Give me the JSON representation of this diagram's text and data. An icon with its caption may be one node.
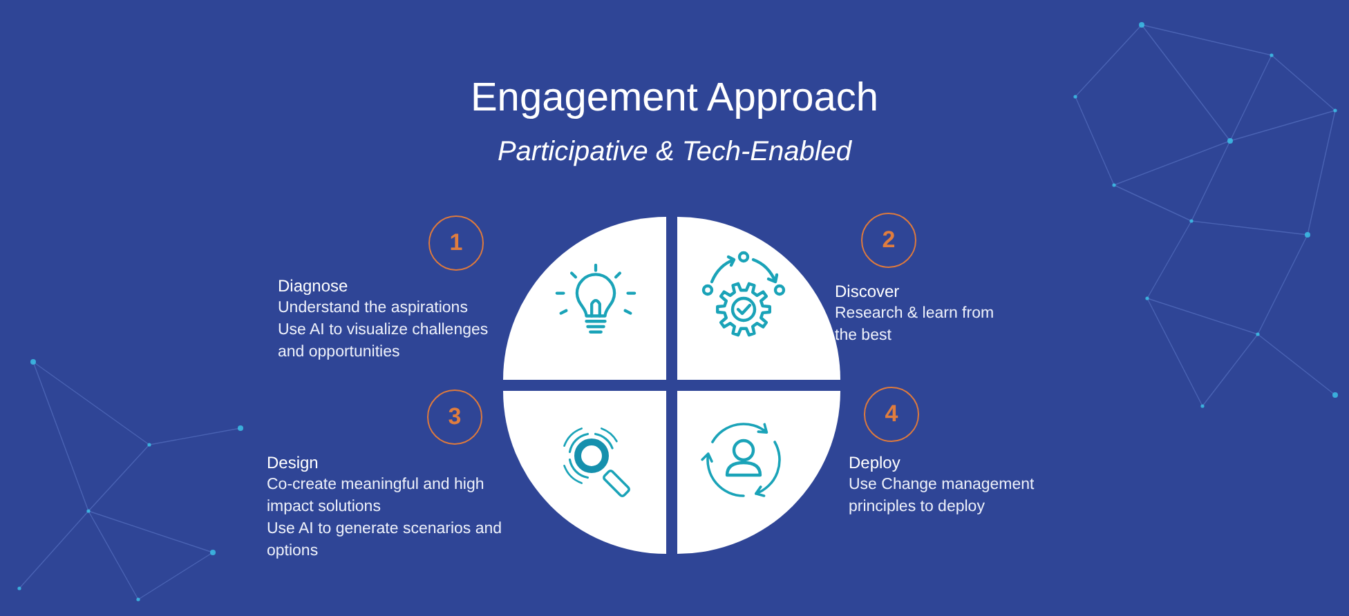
{
  "diagram": {
    "title": "Engagement Approach",
    "nodes": [
      {
        "text": [
          "1"
        ],
        "beside": [
          "Diagnose",
          "Understand the aspirations",
          "Use AI to visualize challenges and opportunities"
        ]
      },
      {
        "text": [
          "2"
        ],
        "beside": [
          "Discover",
          "Research & learn from the best"
        ]
      },
      {
        "text": [
          "3"
        ],
        "beside": [
          "Design",
          "Co-create meaningful and high impact solutions",
          "Use AI to generate scenarios and options"
        ]
      },
      {
        "text": [
          "4"
        ],
        "beside": [
          "Deploy",
          "Use Change management principles to deploy"
        ]
      }
    ],
    "labels": [
      "Participative & Tech-Enabled"
    ]
  }
}
